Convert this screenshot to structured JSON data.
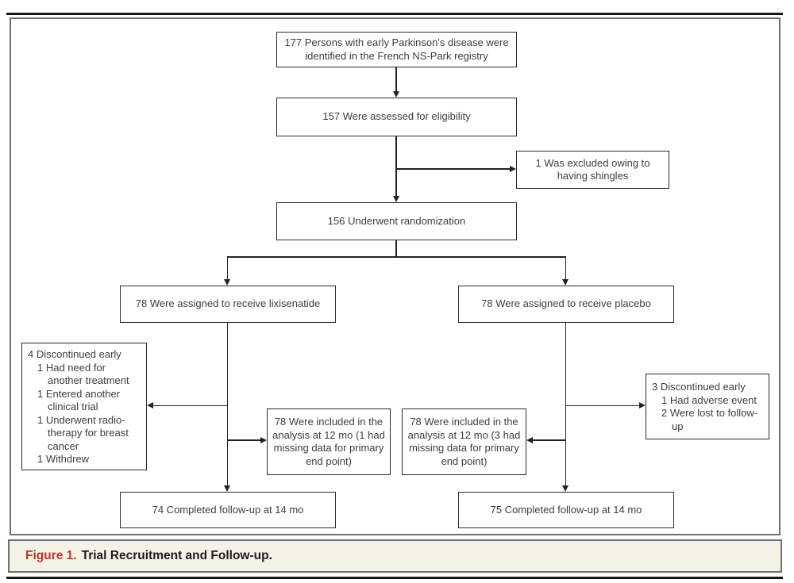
{
  "caption": {
    "label": "Figure 1.",
    "text": "Trial Recruitment and Follow-up."
  },
  "flow": {
    "registry": "177 Persons with early Parkinson's disease were identified in the French NS-Park registry",
    "eligibility": "157 Were assessed for eligibility",
    "excluded": "1 Was excluded owing to having shingles",
    "randomization": "156 Underwent randomization",
    "assigned_lixisenatide": "78 Were assigned to receive lixisenatide",
    "assigned_placebo": "78 Were assigned to receive placebo",
    "discontinued_lixisenatide": {
      "title": "4 Discontinued early",
      "items": [
        "1 Had need for another treatment",
        "1 Entered another clinical trial",
        "1 Underwent radio-therapy for breast cancer",
        "1 Withdrew"
      ]
    },
    "included_lixisenatide": "78 Were included in the analysis at 12 mo (1 had missing data for primary end point)",
    "included_placebo": "78 Were included in the analysis at 12 mo (3 had missing data for primary end point)",
    "discontinued_placebo": {
      "title": "3 Discontinued early",
      "items": [
        "1 Had adverse event",
        "2 Were lost to follow-up"
      ]
    },
    "completed_lixisenatide": "74 Completed follow-up at 14 mo",
    "completed_placebo": "75 Completed follow-up at 14 mo"
  },
  "colors": {
    "caption_label_red": "#b5392f",
    "caption_background": "#f5f2e8",
    "line_color": "#232323"
  }
}
